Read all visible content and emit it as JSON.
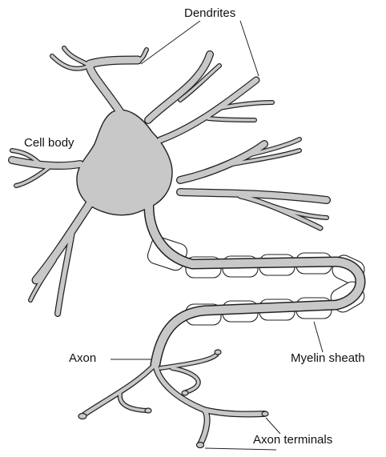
{
  "labels": {
    "dendrites": "Dendrites",
    "cell_body": "Cell body",
    "axon": "Axon",
    "myelin_sheath": "Myelin sheath",
    "axon_terminals": "Axon terminals"
  },
  "colors": {
    "fill": "#c8c8c8",
    "stroke": "#222222",
    "myelin": "#ffffff",
    "background": "#ffffff"
  }
}
